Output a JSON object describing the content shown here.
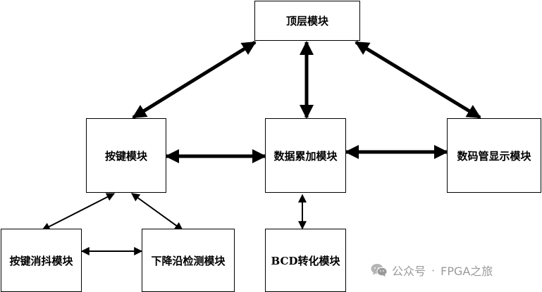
{
  "nodes": {
    "top": "顶层模块",
    "key": "按键模块",
    "accum": "数据累加模块",
    "seg": "数码管显示模块",
    "debounce": "按键消抖模块",
    "falling": "下降沿检测模块",
    "bcd": "BCD转化模块"
  },
  "watermark": {
    "icon": "wechat-icon",
    "account": "公众号",
    "separator": "·",
    "name": "FPGA之旅"
  },
  "colors": {
    "line": "#000000",
    "watermark": "#9a9a9a"
  }
}
